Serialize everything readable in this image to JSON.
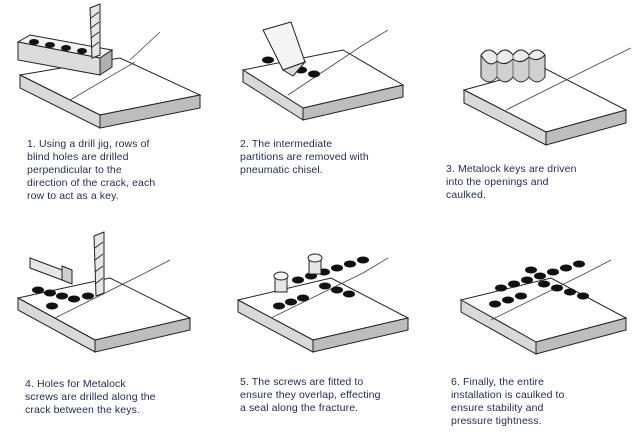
{
  "steps": [
    {
      "caption": [
        "1. Using a drill jig, rows of",
        "blind holes are drilled",
        "perpendicular to the",
        "direction of the crack, each",
        "row to act as a key."
      ]
    },
    {
      "caption": [
        "2. The intermediate",
        "partitions are removed with",
        "pneumatic chisel."
      ]
    },
    {
      "caption": [
        "3. Metalock keys are driven",
        "into the openings and",
        "caulked."
      ]
    },
    {
      "caption": [
        "4. Holes for Metalock",
        "screws are drilled along the",
        "crack between the keys."
      ]
    },
    {
      "caption": [
        "5. The screws are fitted to",
        "ensure they overlap, effecting",
        "a seal along the fracture."
      ]
    },
    {
      "caption": [
        "6. Finally, the entire",
        "installation is caulked to",
        "ensure stability and",
        "pressure tightness."
      ]
    }
  ],
  "colors": {
    "line": "#222222",
    "slab_top": "#ffffff",
    "slab_front": "#d9d9d9",
    "slab_side": "#bdbdbd",
    "hole": "#111111",
    "key": "#c8c8c8",
    "caption": "#1f2a55"
  }
}
